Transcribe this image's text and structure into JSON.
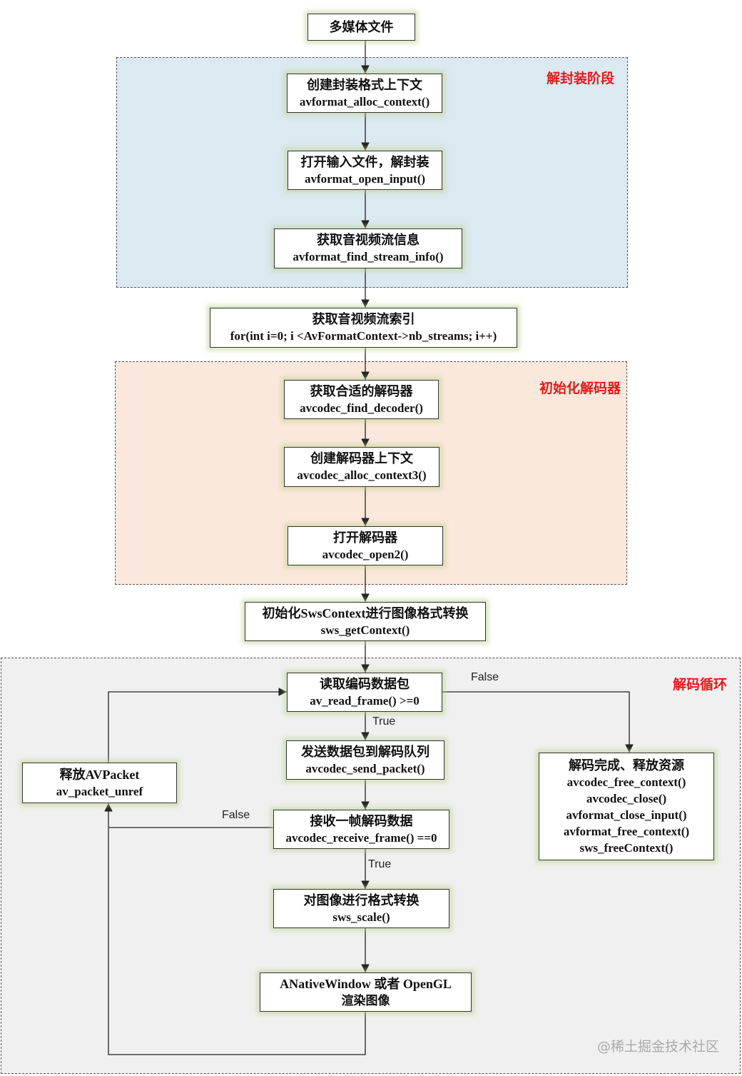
{
  "regions": {
    "demux": {
      "title": "解封装阶段"
    },
    "decoder_init": {
      "title": "初始化解码器"
    },
    "decode_loop": {
      "title": "解码循环"
    }
  },
  "nodes": {
    "media_file": {
      "line1": "多媒体文件"
    },
    "alloc_ctx": {
      "line1": "创建封装格式上下文",
      "line2": "avformat_alloc_context()"
    },
    "open_input": {
      "line1": "打开输入文件，解封装",
      "line2": "avformat_open_input()"
    },
    "stream_info": {
      "line1": "获取音视频流信息",
      "line2": "avformat_find_stream_info()"
    },
    "stream_index": {
      "line1": "获取音视频流索引",
      "line2": "for(int i=0; i <AvFormatContext->nb_streams; i++)"
    },
    "find_decoder": {
      "line1": "获取合适的解码器",
      "line2": "avcodec_find_decoder()"
    },
    "alloc_codec_ctx": {
      "line1": "创建解码器上下文",
      "line2": "avcodec_alloc_context3()"
    },
    "open_decoder": {
      "line1": "打开解码器",
      "line2": "avcodec_open2()"
    },
    "sws_init": {
      "line1": "初始化SwsContext进行图像格式转换",
      "line2": "sws_getContext()"
    },
    "read_frame": {
      "line1": "读取编码数据包",
      "line2": "av_read_frame() >=0"
    },
    "send_packet": {
      "line1": "发送数据包到解码队列",
      "line2": "avcodec_send_packet()"
    },
    "receive_frame": {
      "line1": "接收一帧解码数据",
      "line2": "avcodec_receive_frame() ==0"
    },
    "sws_scale": {
      "line1": "对图像进行格式转换",
      "line2": "sws_scale()"
    },
    "render": {
      "line1": "ANativeWindow 或者 OpenGL",
      "line2": "渲染图像"
    },
    "packet_unref": {
      "line1": "释放AVPacket",
      "line2": "av_packet_unref"
    },
    "cleanup": {
      "line1": "解码完成、释放资源",
      "line2": "avcodec_free_context()",
      "line3": "avcodec_close()",
      "line4": "avformat_close_input()",
      "line5": "avformat_free_context()",
      "line6": "sws_freeContext()"
    }
  },
  "edge_labels": {
    "read_false": "False",
    "read_true": "True",
    "receive_false": "False",
    "receive_true": "True"
  },
  "watermark": "@稀土掘金技术社区",
  "colors": {
    "demux_fill": "#dbe9f0",
    "decoder_init_fill": "#fbe8dc",
    "decode_loop_fill": "#f0f0f0",
    "region_title": "#e31a1a",
    "box_glow": "#bed28c"
  }
}
